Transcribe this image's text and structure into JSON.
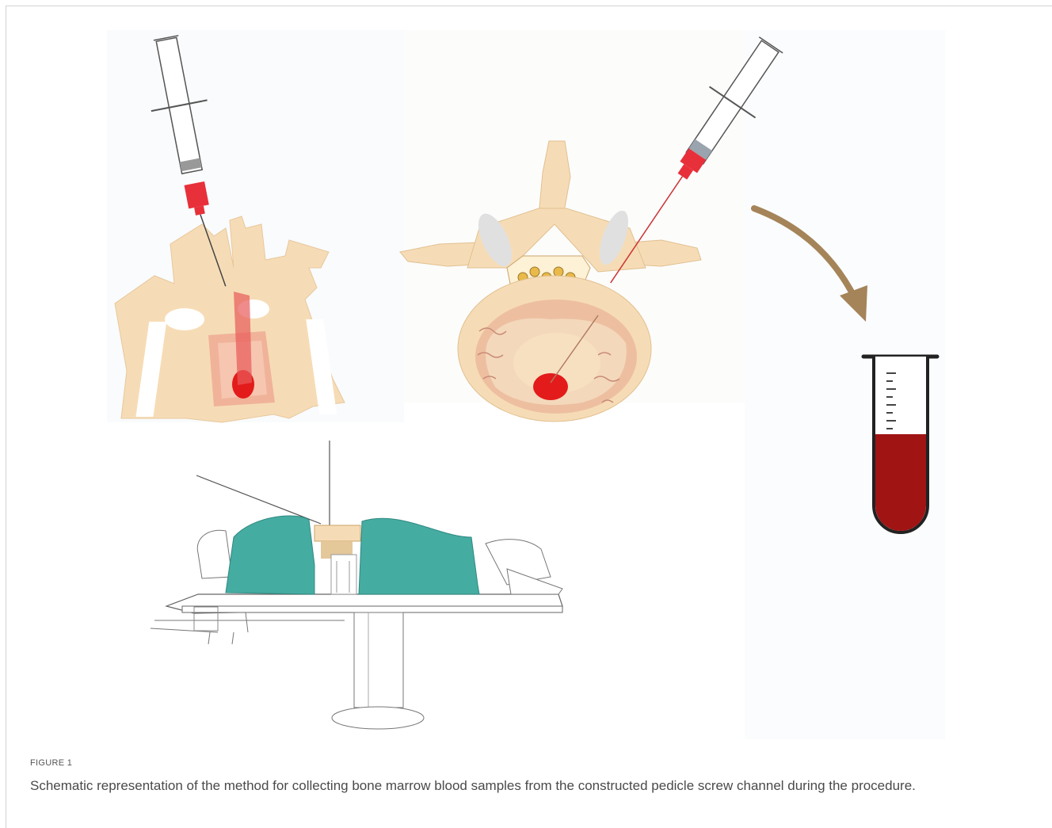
{
  "figure": {
    "label": "FIGURE 1",
    "caption": "Schematic representation of the method for collecting bone marrow blood samples from the constructed pedicle screw channel during the procedure."
  },
  "illustration": {
    "panels": [
      {
        "name": "spine-lateral-cutaway",
        "icon": "syringe-icon"
      },
      {
        "name": "vertebra-axial-section",
        "icon": "syringe-icon"
      },
      {
        "name": "transfer-arrow",
        "icon": "curved-arrow-icon"
      },
      {
        "name": "blood-test-tube",
        "icon": "test-tube-icon"
      },
      {
        "name": "patient-on-operating-table",
        "icon": "operating-table-icon"
      }
    ],
    "colors": {
      "bone": "#f6dcb6",
      "blood": "#e31b1b",
      "drape": "#45aca2",
      "tube_blood": "#a01414",
      "arrow": "#a58459"
    }
  }
}
